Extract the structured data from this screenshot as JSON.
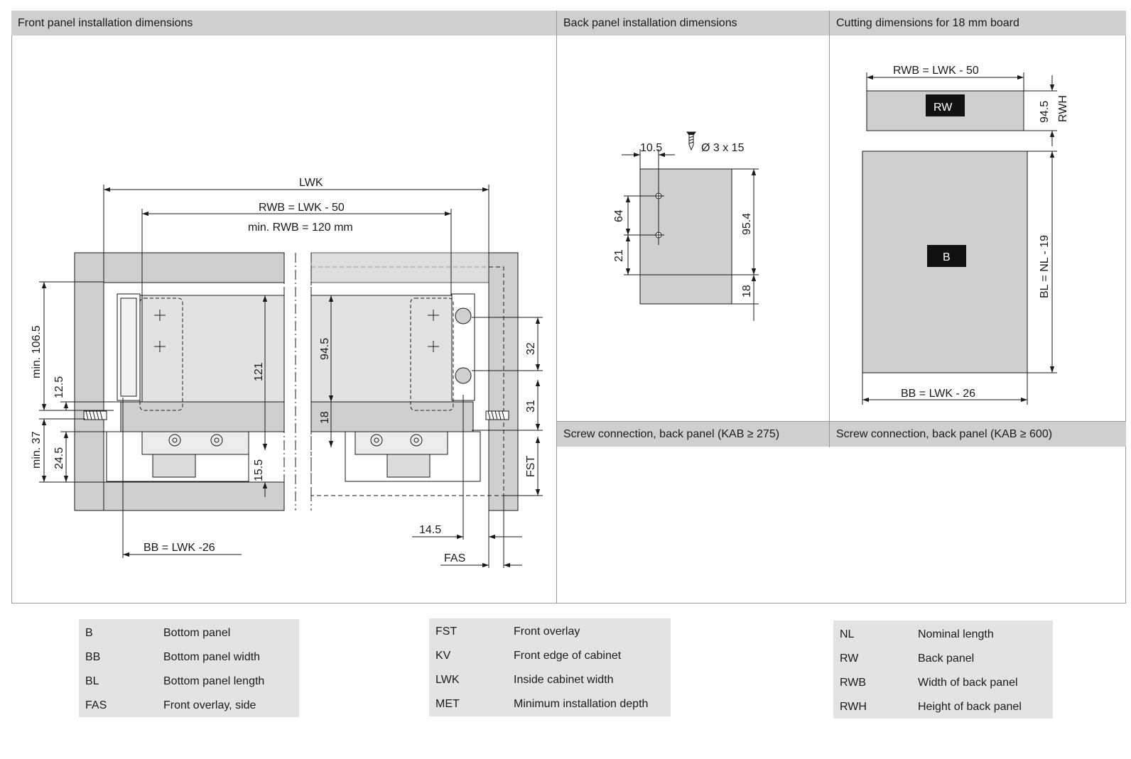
{
  "headers": {
    "front": "Front panel installation dimensions",
    "back": "Back panel installation dimensions",
    "cutting": "Cutting dimensions for 18 mm board",
    "screw_275": "Screw connection, back panel (KAB ≥ 275)",
    "screw_600": "Screw connection, back panel (KAB ≥ 600)"
  },
  "front_labels": {
    "lwk": "LWK",
    "rwb": "RWB = LWK - 50",
    "min_rwb": "min. RWB = 120 mm",
    "min106": "min. 106.5",
    "d12": "12.5",
    "min37": "min. 37",
    "d24": "24.5",
    "d121": "121",
    "d15": "15.5",
    "d94": "94.5",
    "d18": "18",
    "d32": "32",
    "d31": "31",
    "fst": "FST",
    "d14": "14.5",
    "fas": "FAS",
    "bb": "BB = LWK -26"
  },
  "back_labels": {
    "d10": "10.5",
    "screw": "Ø 3 x 15",
    "d64": "64",
    "d21": "21",
    "d95": "95.4",
    "d18": "18"
  },
  "cut_labels": {
    "rwb": "RWB = LWK - 50",
    "rw": "RW",
    "d94": "94.5",
    "rwh": "RWH",
    "b": "B",
    "bl": "BL = NL - 19",
    "bb": "BB = LWK - 26"
  },
  "legend": [
    [
      {
        "abbr": "B",
        "desc": "Bottom panel"
      },
      {
        "abbr": "BB",
        "desc": "Bottom panel width"
      },
      {
        "abbr": "BL",
        "desc": "Bottom panel length"
      },
      {
        "abbr": "FAS",
        "desc": "Front overlay, side"
      }
    ],
    [
      {
        "abbr": "FST",
        "desc": "Front overlay"
      },
      {
        "abbr": "KV",
        "desc": "Front edge of cabinet"
      },
      {
        "abbr": "LWK",
        "desc": "Inside cabinet width"
      },
      {
        "abbr": "MET",
        "desc": "Minimum installation depth"
      }
    ],
    [
      {
        "abbr": "NL",
        "desc": "Nominal length"
      },
      {
        "abbr": "RW",
        "desc": "Back panel"
      },
      {
        "abbr": "RWB",
        "desc": "Width of back panel"
      },
      {
        "abbr": "RWH",
        "desc": "Height of back panel"
      }
    ]
  ],
  "colors": {
    "panel_fill": "#cfcfcf",
    "header_fill": "#cfcfcf",
    "legend_fill": "#e3e3e3",
    "line": "#1a1a1a"
  }
}
